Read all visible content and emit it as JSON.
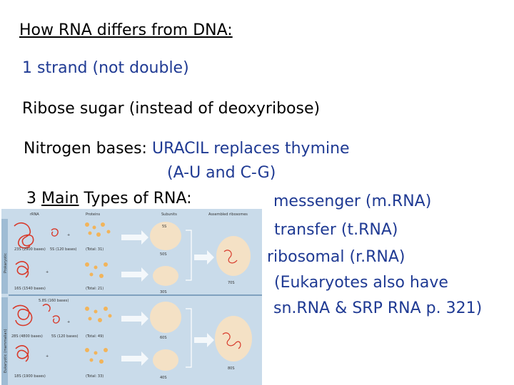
{
  "title": "How RNA differs from DNA:",
  "points": {
    "strand": "1 strand (not double)",
    "sugar": "Ribose sugar (instead of deoxyribose)",
    "bases_label": "Nitrogen bases:",
    "bases_value": "URACIL replaces thymine",
    "pairs": "(A-U and C-G)"
  },
  "types": {
    "prefix": "3",
    "main": "Main",
    "suffix": "Types of RNA:",
    "items": [
      "messenger (m.RNA)",
      "transfer (t.RNA)",
      "ribosomal (r.RNA)",
      "(Eukaryotes also have",
      "sn.RNA & SRP RNA p. 321)"
    ]
  },
  "figure": {
    "headers": [
      "rRNA",
      "Proteins",
      "Subunits",
      "Assembled ribosomes"
    ],
    "side_labels": [
      "Prokaryotic",
      "Eukaryotic (mammalian)"
    ],
    "rows": [
      {
        "rna": [
          "23S (2900 bases)",
          "5S (120 bases)"
        ],
        "total": "(Total: 31)",
        "subunit": [
          "5S",
          "50S"
        ]
      },
      {
        "rna": [
          "16S (1540 bases)"
        ],
        "total": "(Total: 21)",
        "subunit": [
          "30S"
        ]
      },
      {
        "rna": [
          "28S (4800 bases)",
          "5.8S (160 bases)",
          "5S (120 bases)"
        ],
        "total": "(Total: 49)",
        "subunit": [
          "60S"
        ]
      },
      {
        "rna": [
          "18S (1900 bases)"
        ],
        "total": "(Total: 33)",
        "subunit": [
          "40S"
        ]
      }
    ],
    "ribosomes": [
      "70S",
      "80S"
    ],
    "colors": {
      "background": "#c9dbea",
      "rna": "#d83a2b",
      "protein": "#f2b45a",
      "subunit": "#f4e1c5"
    }
  },
  "colors": {
    "text": "#000000",
    "accent": "#1f3a93"
  }
}
